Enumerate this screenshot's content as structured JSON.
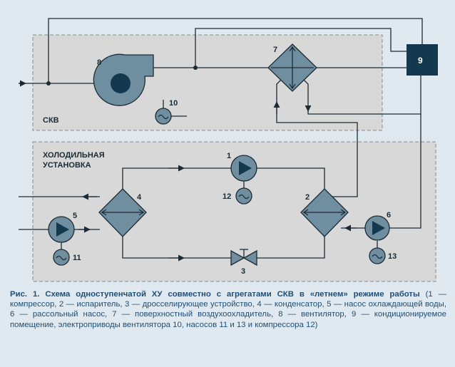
{
  "zones": {
    "skv": "СКВ",
    "chiller_line1": "ХОЛОДИЛЬНАЯ",
    "chiller_line2": "УСТАНОВКА"
  },
  "components": {
    "compressor": "1",
    "evaporator": "2",
    "throttle": "3",
    "condenser": "4",
    "pump_cooling": "5",
    "pump_brine": "6",
    "air_cooler": "7",
    "fan": "8",
    "room": "9",
    "motor_fan": "10",
    "motor_pump5": "11",
    "motor_compressor": "12",
    "motor_pump6": "13"
  },
  "caption": {
    "title": "Рис. 1. Схема одноступенчатой ХУ совместно с агрегатами СКВ в «летнем» режиме работы",
    "text": "(1 — компрессор, 2 — испаритель, 3 — дросселирующее устройство, 4 — конденсатор, 5 — насос охлаждающей воды, 6 — рассольный насос, 7 — поверхностный воздухоохладитель, 8 — вентилятор, 9 — кондиционируемое помещение, электроприводы вентилятора 10, насосов 11 и 13 и компрессора 12)"
  },
  "colors": {
    "background": "#dfe9ef",
    "zone_fill": "#d8d8d8",
    "component_fill": "#6f8fa0",
    "room_fill": "#14394f",
    "line": "#1c2b33",
    "caption": "#1f4e78"
  }
}
